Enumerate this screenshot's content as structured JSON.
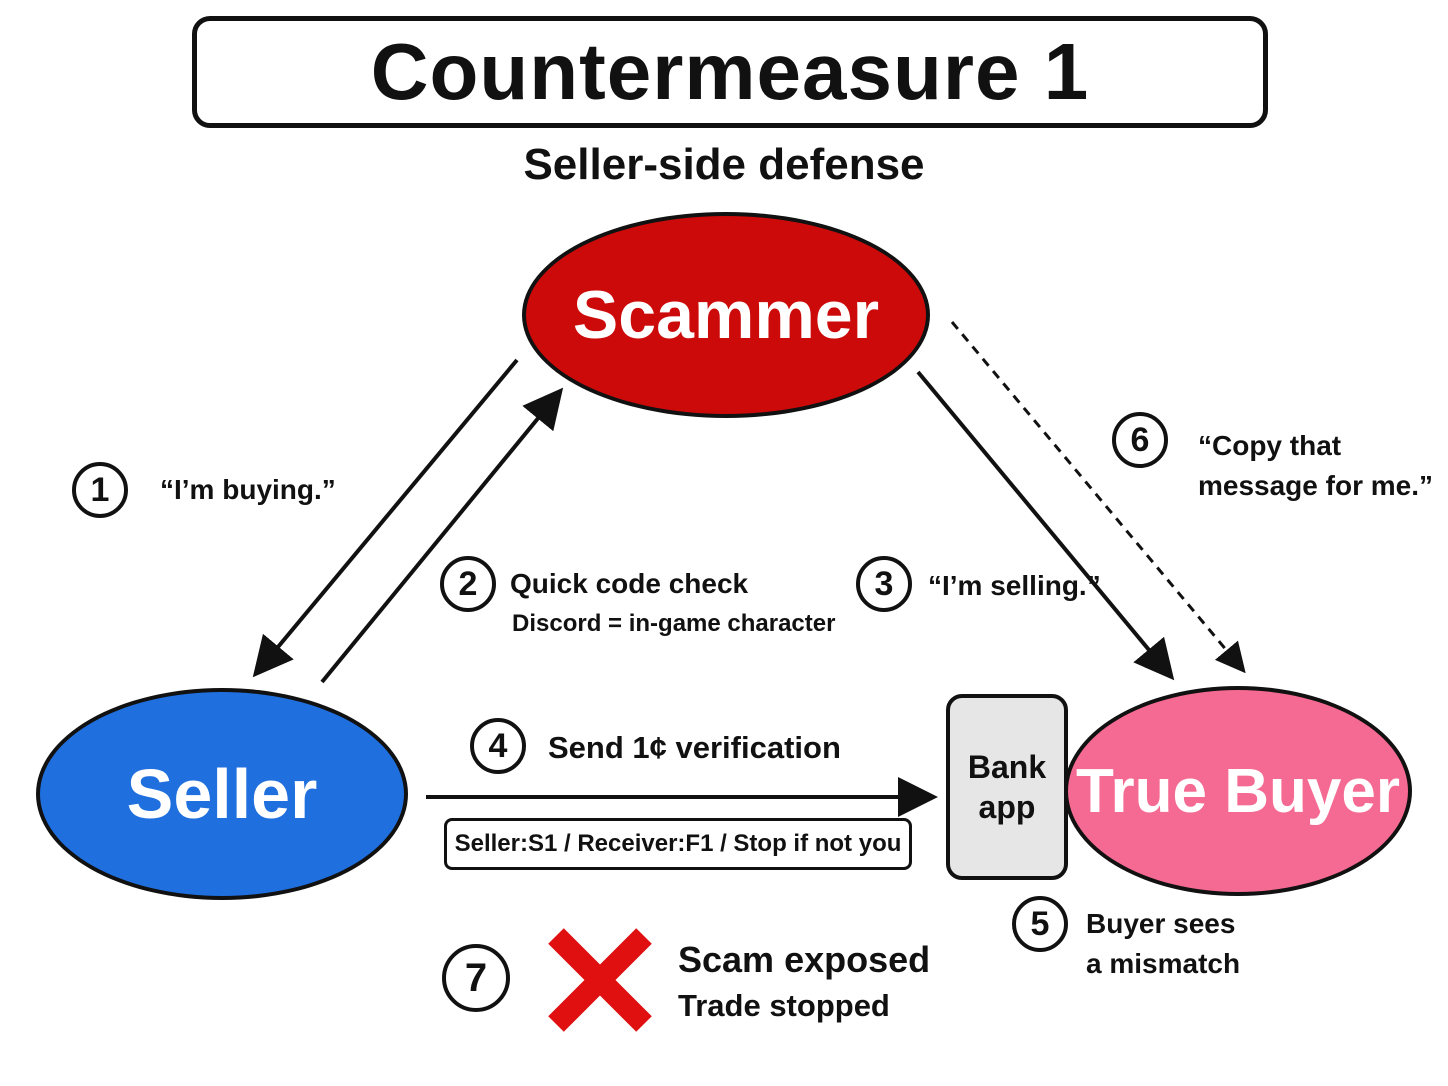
{
  "title": "Countermeasure 1",
  "subtitle": "Seller-side defense",
  "nodes": {
    "scammer": "Scammer",
    "seller": "Seller",
    "true_buyer": "True Buyer",
    "bank_app": [
      "Bank",
      "app"
    ]
  },
  "colors": {
    "scammer": "#cc0a0a",
    "seller": "#1f6fde",
    "true_buyer": "#f56a92",
    "bank_app": "#e6e6e6",
    "cross": "#e01010"
  },
  "steps": [
    {
      "num": "1",
      "lines": [
        "“I’m buying.”"
      ]
    },
    {
      "num": "2",
      "lines": [
        "Quick code check",
        "Discord = in-game character"
      ]
    },
    {
      "num": "3",
      "lines": [
        "“I’m selling.”"
      ]
    },
    {
      "num": "4",
      "lines": [
        "Send 1¢ verification"
      ]
    },
    {
      "num": "5",
      "lines": [
        "Buyer sees",
        "a mismatch"
      ]
    },
    {
      "num": "6",
      "lines": [
        "“Copy that",
        "message for me.”"
      ]
    },
    {
      "num": "7",
      "lines": [
        "Scam exposed",
        "Trade stopped"
      ]
    }
  ],
  "verification_message": "Seller:S1 / Receiver:F1 / Stop if not you",
  "result_icon": "cross-icon"
}
